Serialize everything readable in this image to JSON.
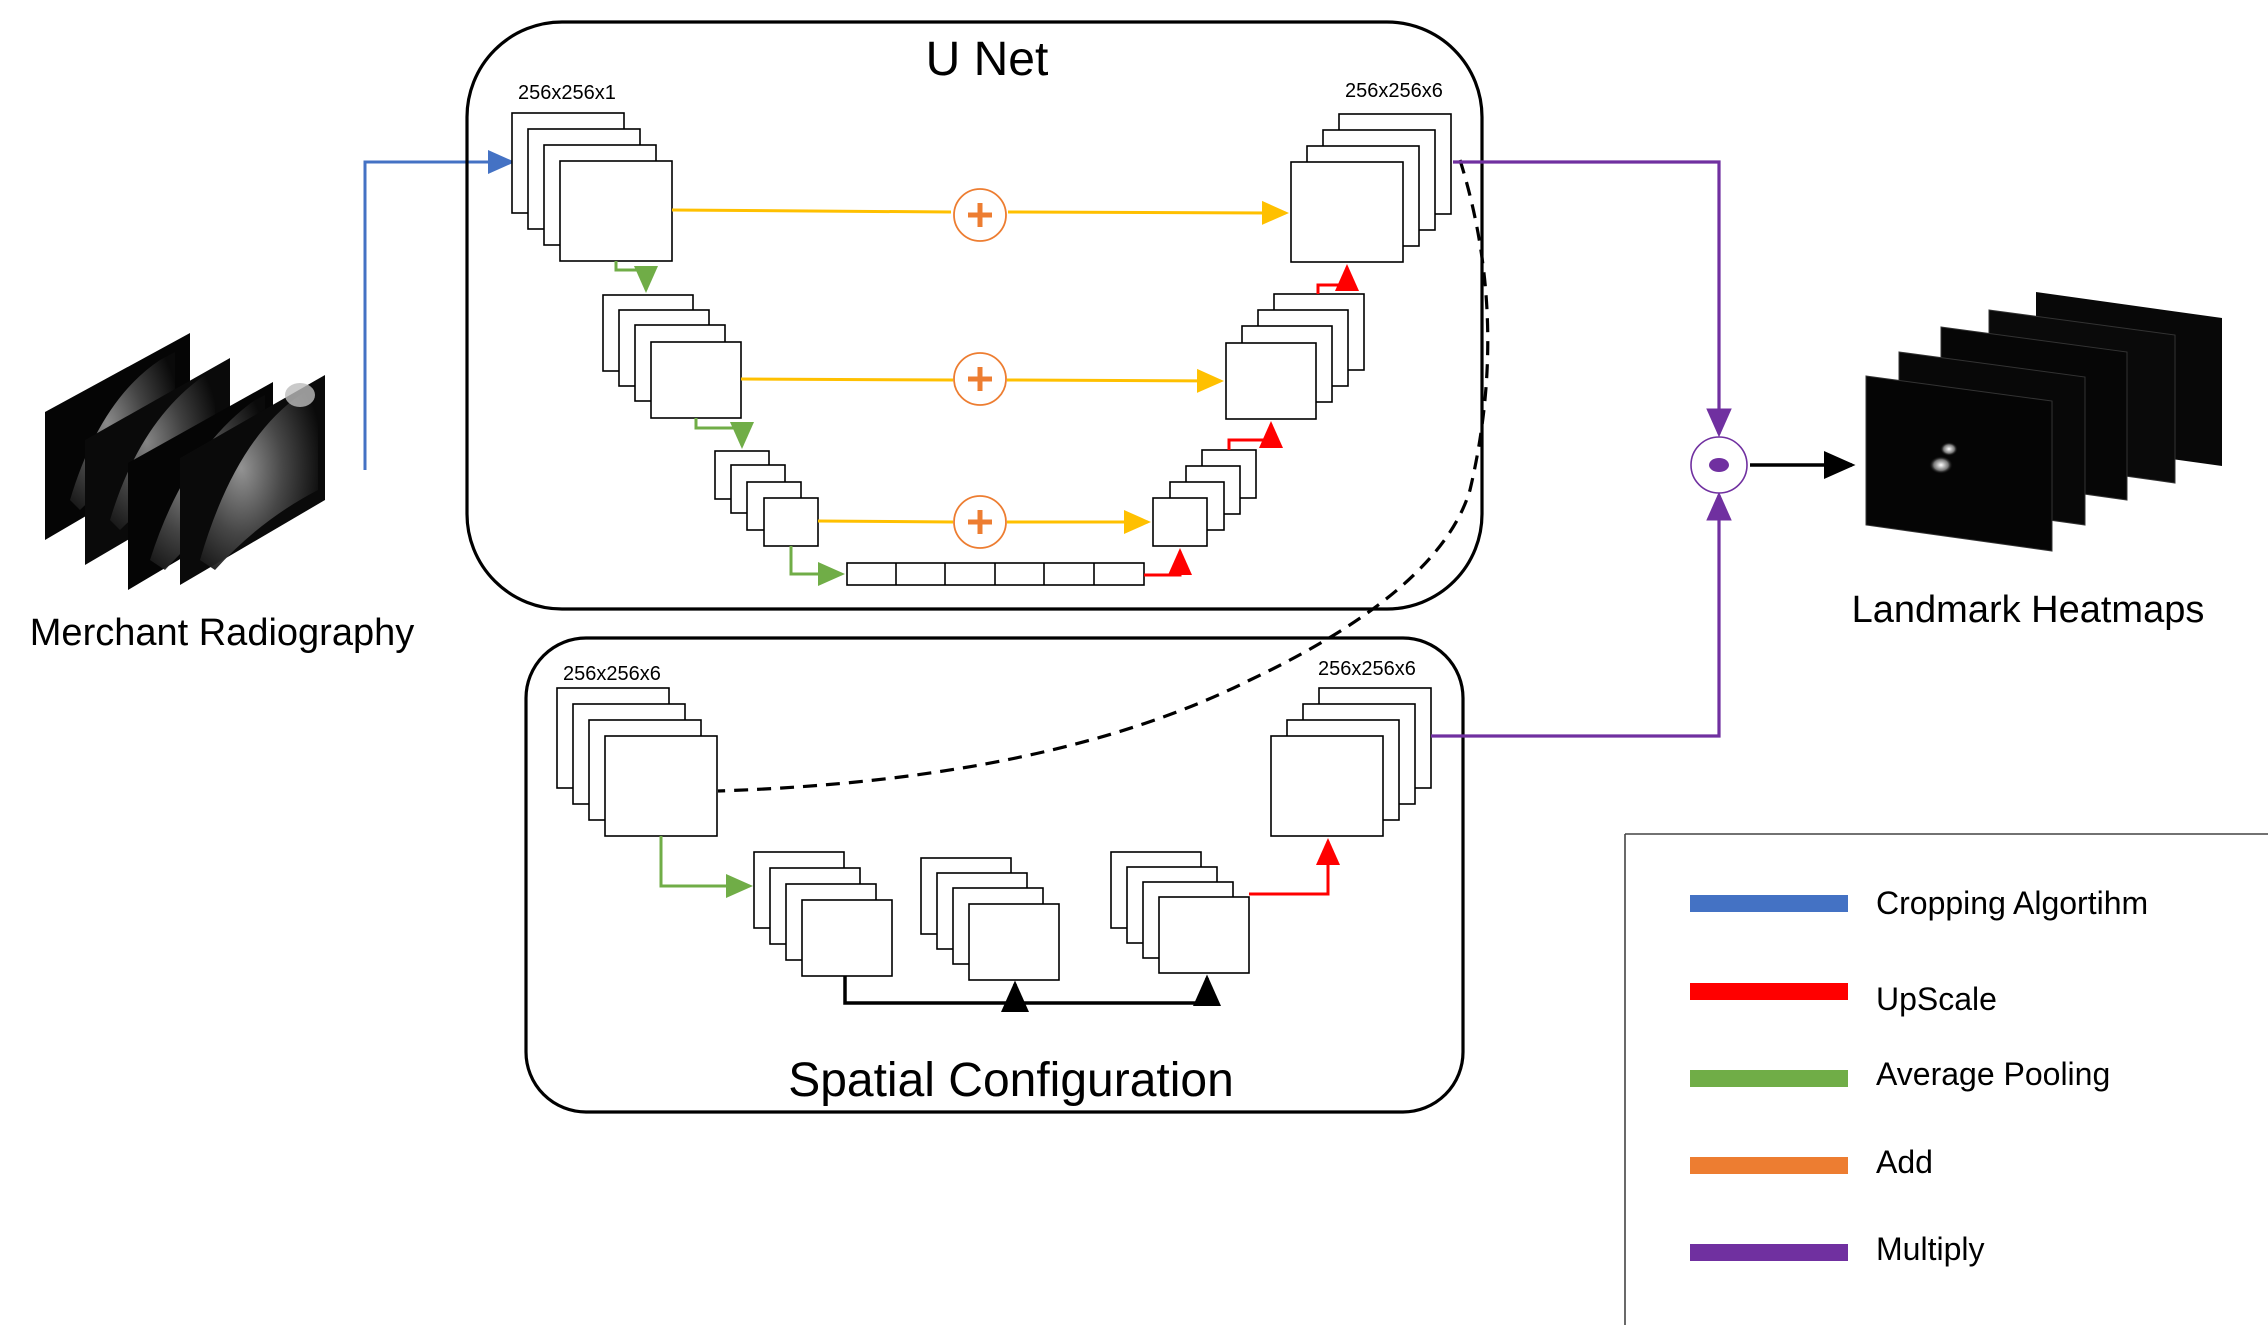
{
  "input_label": "Merchant Radiography",
  "output_label": "Landmark Heatmaps",
  "unet": {
    "title": "U Net",
    "input_dim": "256x256x1",
    "output_dim": "256x256x6"
  },
  "spatial": {
    "title": "Spatial Configuration",
    "input_dim": "256x256x6",
    "output_dim": "256x256x6"
  },
  "legend": [
    {
      "label": "Cropping Algortihm",
      "color": "#4472C4"
    },
    {
      "label": "UpScale",
      "color": "#FF0000"
    },
    {
      "label": "Average Pooling",
      "color": "#70AD47"
    },
    {
      "label": "Add",
      "color": "#ED7D31"
    },
    {
      "label": "Multiply",
      "color": "#7030A0"
    }
  ],
  "colors": {
    "skip": "#FFC000",
    "add_symbol": "#ED7D31",
    "multiply": "#7030A0",
    "crop": "#4472C4",
    "upscale": "#FF0000",
    "pool": "#70AD47"
  },
  "icons": {
    "add": "plus-circle-icon",
    "multiply": "multiply-dot-icon"
  }
}
